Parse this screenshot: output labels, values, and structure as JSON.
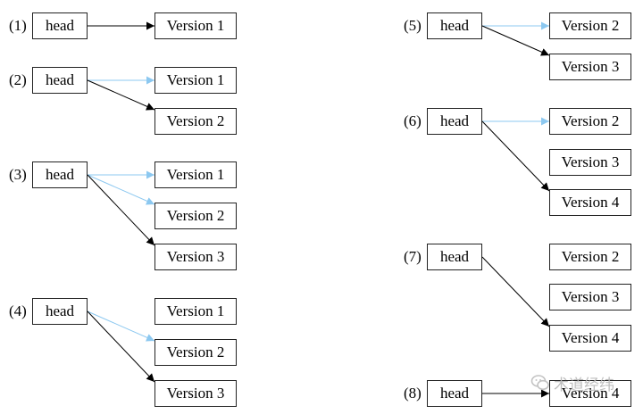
{
  "colors": {
    "active_edge": "#000000",
    "old_edge": "#8cc8f0",
    "box_border": "#222222"
  },
  "diagrams": [
    {
      "label": "(1)",
      "head": "head",
      "versions": [
        "Version 1"
      ],
      "edges": [
        {
          "to": "Version 1",
          "style": "active"
        }
      ]
    },
    {
      "label": "(2)",
      "head": "head",
      "versions": [
        "Version 1",
        "Version 2"
      ],
      "edges": [
        {
          "to": "Version 1",
          "style": "old"
        },
        {
          "to": "Version 2",
          "style": "active"
        }
      ]
    },
    {
      "label": "(3)",
      "head": "head",
      "versions": [
        "Version 1",
        "Version 2",
        "Version 3"
      ],
      "edges": [
        {
          "to": "Version 1",
          "style": "old"
        },
        {
          "to": "Version 2",
          "style": "old"
        },
        {
          "to": "Version 3",
          "style": "active"
        }
      ]
    },
    {
      "label": "(4)",
      "head": "head",
      "versions": [
        "Version 1",
        "Version 2",
        "Version 3"
      ],
      "edges": [
        {
          "to": "Version 2",
          "style": "old"
        },
        {
          "to": "Version 3",
          "style": "active"
        }
      ]
    },
    {
      "label": "(5)",
      "head": "head",
      "versions": [
        "Version 2",
        "Version 3"
      ],
      "edges": [
        {
          "to": "Version 2",
          "style": "old"
        },
        {
          "to": "Version 3",
          "style": "active"
        }
      ]
    },
    {
      "label": "(6)",
      "head": "head",
      "versions": [
        "Version 2",
        "Version 3",
        "Version 4"
      ],
      "edges": [
        {
          "to": "Version 2",
          "style": "old"
        },
        {
          "to": "Version 4",
          "style": "active"
        }
      ]
    },
    {
      "label": "(7)",
      "head": "head",
      "versions": [
        "Version 2",
        "Version 3",
        "Version 4"
      ],
      "edges": [
        {
          "to": "Version 4",
          "style": "active"
        }
      ]
    },
    {
      "label": "(8)",
      "head": "head",
      "versions": [
        "Version 4"
      ],
      "edges": [
        {
          "to": "Version 4",
          "style": "active"
        }
      ]
    }
  ],
  "watermark": {
    "text": "术道经纬",
    "icon": "wechat-icon"
  }
}
